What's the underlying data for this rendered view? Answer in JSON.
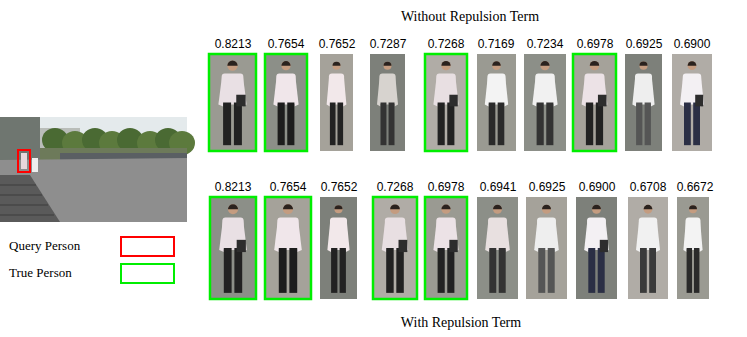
{
  "diagram": {
    "title": "Without Repulsion Term",
    "caption": "With Repulsion Term",
    "labels": [
      "0.8213",
      "0.7654",
      "0.7652",
      "0.7287",
      "0.7268",
      "0.7169",
      "0.7234",
      "0.6978",
      "0.6925",
      "0.6900",
      "0.8213",
      "0.7654",
      "0.7652",
      "0.7268",
      "0.6978",
      "0.6941",
      "0.6925",
      "0.6900",
      "0.6708",
      "0.6672"
    ],
    "legend": [
      {
        "text": "Query Person",
        "color": "#ff0000"
      },
      {
        "text": "True Person",
        "color": "#00ee00"
      }
    ]
  }
}
